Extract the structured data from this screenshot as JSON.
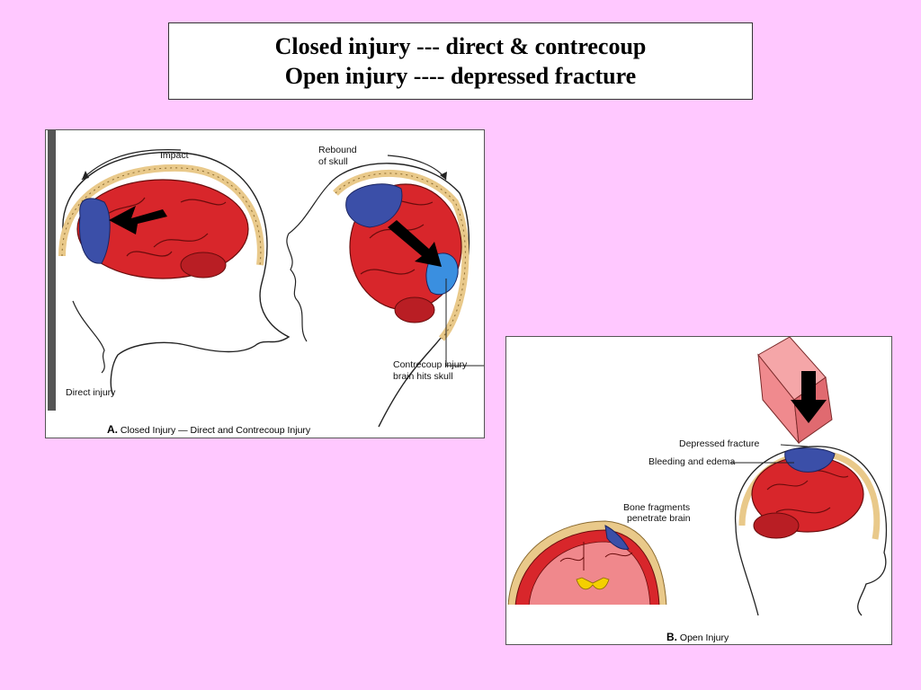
{
  "title": {
    "line1": "Closed injury --- direct & contrecoup",
    "line2": "Open injury ---- depressed fracture"
  },
  "panel_a": {
    "caption_letter": "A.",
    "caption_text": "Closed Injury — Direct and Contrecoup Injury",
    "label_impact": "Impact",
    "label_rebound_1": "Rebound",
    "label_rebound_2": "of skull",
    "label_contrecoup_1": "Contrecoup injury",
    "label_contrecoup_2": "brain hits skull",
    "label_direct": "Direct injury"
  },
  "panel_b": {
    "caption_letter": "B.",
    "caption_text": "Open Injury",
    "label_depressed": "Depressed fracture",
    "label_bleeding": "Bleeding and edema",
    "label_bone_1": "Bone fragments",
    "label_bone_2": "penetrate brain"
  },
  "colors": {
    "background": "#ffc8ff",
    "brain": "#d8262b",
    "bruise": "#3b4fa8",
    "skull": "#e9c98a"
  }
}
